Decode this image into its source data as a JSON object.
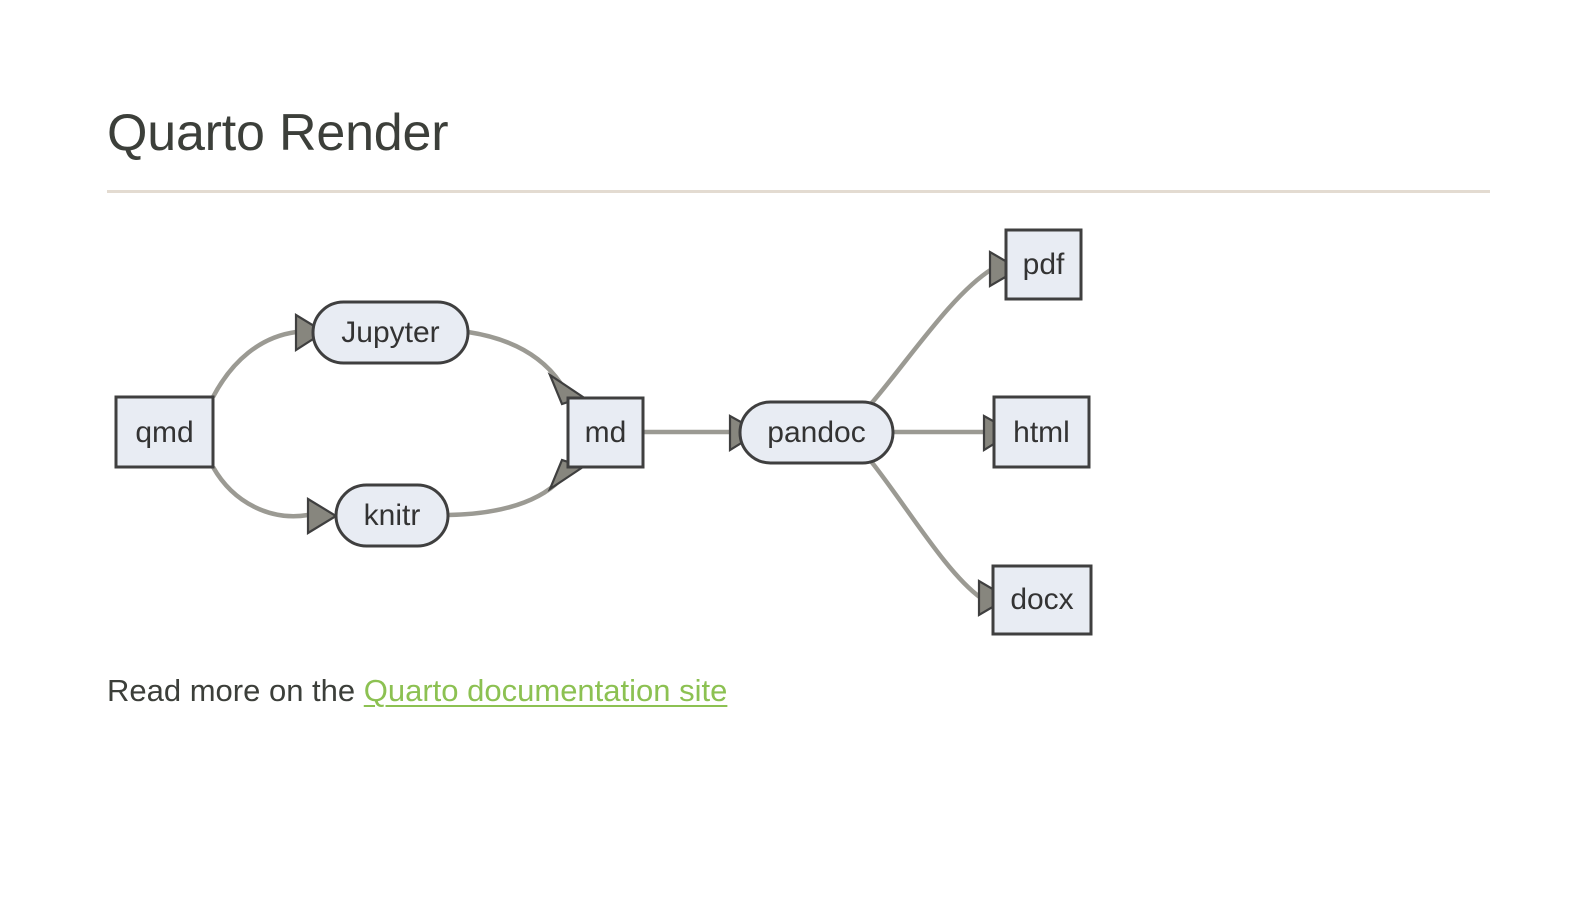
{
  "page": {
    "title": "Quarto Render",
    "background_color": "#ffffff",
    "title_color": "#3c3f3a",
    "rule_color": "#e3dbd1"
  },
  "diagram": {
    "type": "flowchart",
    "direction": "left-to-right",
    "node_fill": "#e8ecf3",
    "node_stroke": "#3f3f3f",
    "edge_color": "#9b9a93",
    "arrow_fill": "#87867e",
    "nodes": [
      {
        "id": "qmd",
        "label": "qmd",
        "shape": "rect"
      },
      {
        "id": "jupyter",
        "label": "Jupyter",
        "shape": "stadium"
      },
      {
        "id": "knitr",
        "label": "knitr",
        "shape": "stadium"
      },
      {
        "id": "md",
        "label": "md",
        "shape": "rect"
      },
      {
        "id": "pandoc",
        "label": "pandoc",
        "shape": "stadium"
      },
      {
        "id": "pdf",
        "label": "pdf",
        "shape": "rect"
      },
      {
        "id": "html",
        "label": "html",
        "shape": "rect"
      },
      {
        "id": "docx",
        "label": "docx",
        "shape": "rect"
      }
    ],
    "edges": [
      {
        "from": "qmd",
        "to": "jupyter"
      },
      {
        "from": "qmd",
        "to": "knitr"
      },
      {
        "from": "jupyter",
        "to": "md"
      },
      {
        "from": "knitr",
        "to": "md"
      },
      {
        "from": "md",
        "to": "pandoc"
      },
      {
        "from": "pandoc",
        "to": "pdf"
      },
      {
        "from": "pandoc",
        "to": "html"
      },
      {
        "from": "pandoc",
        "to": "docx"
      }
    ]
  },
  "footer": {
    "prefix": "Read more on the ",
    "link_text": "Quarto documentation site",
    "link_color": "#8cc152"
  }
}
